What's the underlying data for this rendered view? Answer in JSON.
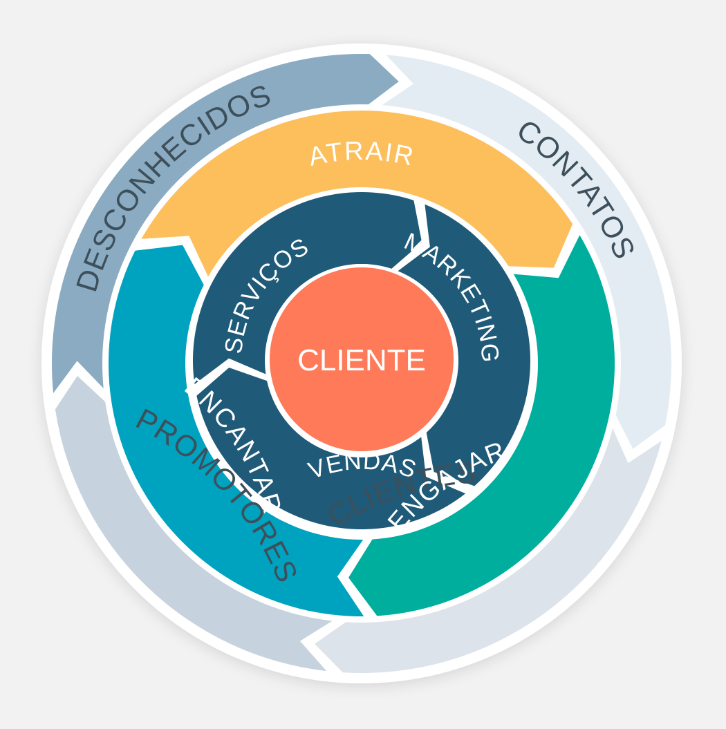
{
  "diagram": {
    "center": {
      "label": "CLIENTE",
      "color": "#ff7a59"
    },
    "inner_ring": [
      {
        "label": "MARKETING",
        "color": "#1f5a78"
      },
      {
        "label": "VENDAS",
        "color": "#1f5a78"
      },
      {
        "label": "SERVIÇOS",
        "color": "#1f5a78"
      }
    ],
    "middle_ring": [
      {
        "label": "ATRAIR",
        "color": "#fcbf5c"
      },
      {
        "label": "ENGAJAR",
        "color": "#00ae9e"
      },
      {
        "label": "ENCANTAR",
        "color": "#00a3bf"
      }
    ],
    "outer_ring": [
      {
        "label": "DESCONHECIDOS",
        "color": "#8aabc1",
        "text_color": "#3d4f5b"
      },
      {
        "label": "CONTATOS",
        "color": "#e4ecf3",
        "text_color": "#3d4f5b"
      },
      {
        "label": "CLIENTES",
        "color": "#dde3ea",
        "text_color": "#3d4f5b"
      },
      {
        "label": "PROMOTORES",
        "color": "#c6d3de",
        "text_color": "#3d4f5b"
      }
    ]
  }
}
